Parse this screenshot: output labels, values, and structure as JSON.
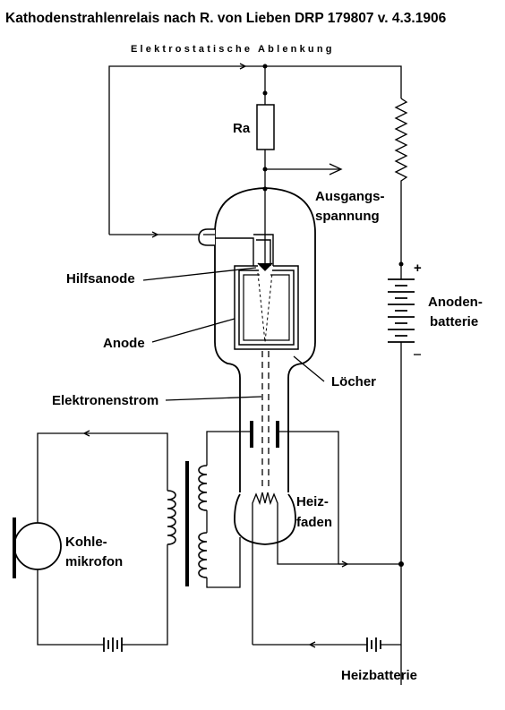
{
  "title": "Kathodenstrahlenrelais  nach R. von Lieben   DRP 179807  v. 4.3.1906",
  "subtitle": "Elektrostatische Ablenkung",
  "labels": {
    "ra": "Ra",
    "ausgang_1": "Ausgangs-",
    "ausgang_2": "spannung",
    "hilfsanode": "Hilfsanode",
    "anode": "Anode",
    "loecher": "Löcher",
    "elektronenstrom": "Elektronenstrom",
    "anoden_1": "Anoden-",
    "anoden_2": "batterie",
    "plus": "+",
    "heiz_1": "Heiz-",
    "heiz_2": "faden",
    "kohle_1": "Kohle-",
    "kohle_2": "mikrofon",
    "heizbatterie": "Heizbatterie"
  },
  "colors": {
    "ink": "#000000",
    "paper": "#ffffff"
  }
}
